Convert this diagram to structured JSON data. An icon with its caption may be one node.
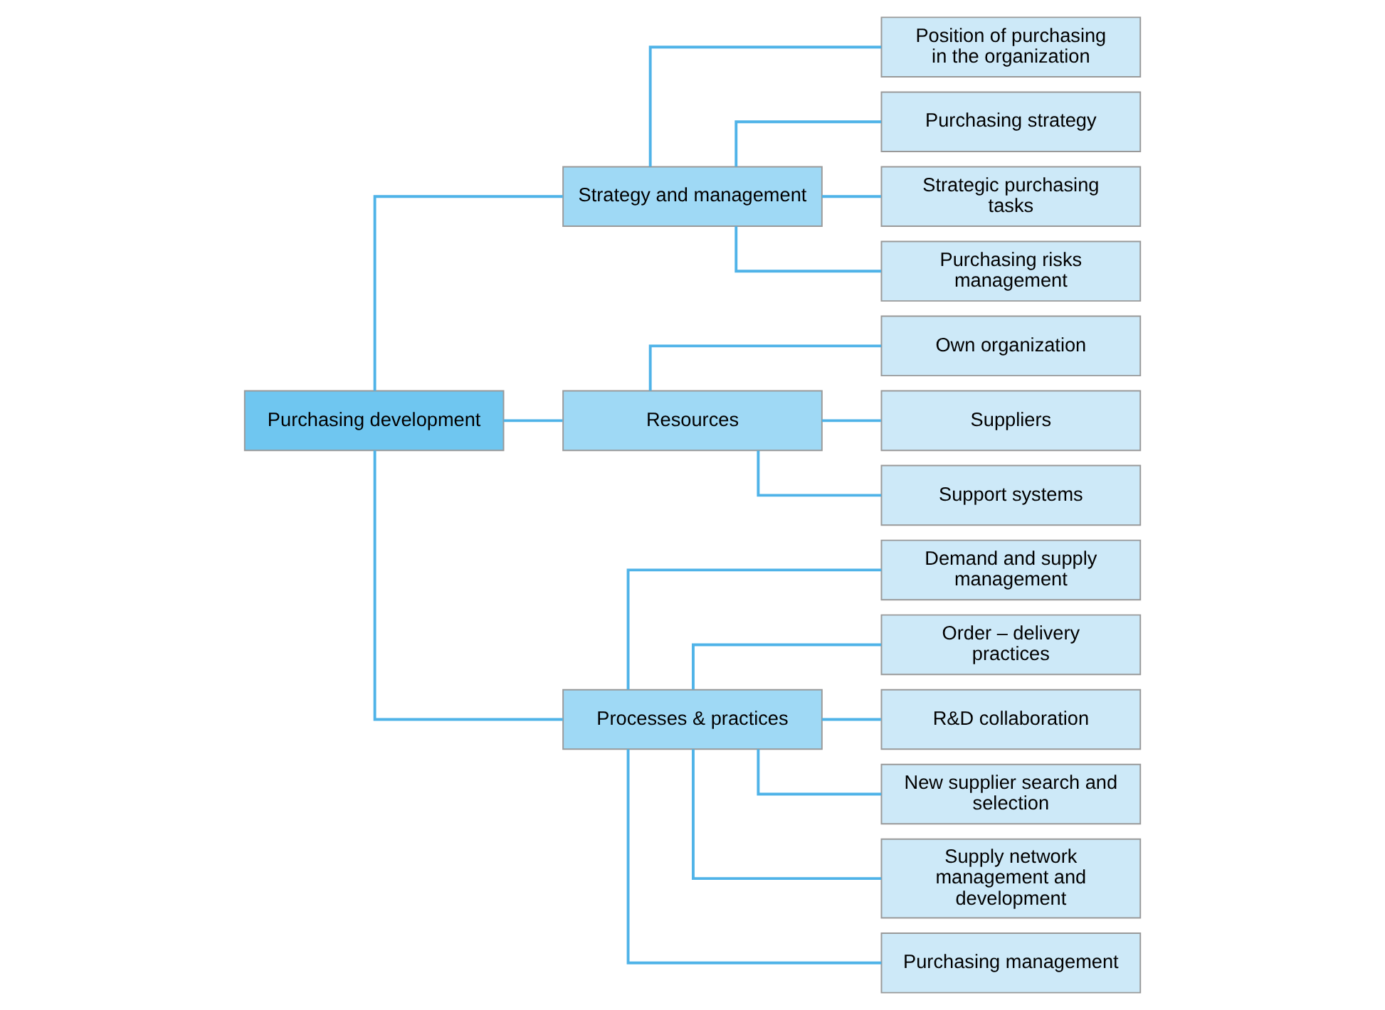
{
  "diagram": {
    "nodes": [
      {
        "text": [
          "Purchasing development"
        ]
      },
      {
        "text": [
          "Strategy and management"
        ]
      },
      {
        "text": [
          "Resources"
        ]
      },
      {
        "text": [
          "Processes & practices"
        ]
      },
      {
        "text": [
          "Position of purchasing in the organization"
        ]
      },
      {
        "text": [
          "Purchasing strategy"
        ]
      },
      {
        "text": [
          "Strategic purchasing tasks"
        ]
      },
      {
        "text": [
          "Purchasing risks management"
        ]
      },
      {
        "text": [
          "Own organization"
        ]
      },
      {
        "text": [
          "Suppliers"
        ]
      },
      {
        "text": [
          "Support systems"
        ]
      },
      {
        "text": [
          "Demand and supply management"
        ]
      },
      {
        "text": [
          "Order – delivery practices"
        ]
      },
      {
        "text": [
          "R&D collaboration"
        ]
      },
      {
        "text": [
          "New supplier search and selection"
        ]
      },
      {
        "text": [
          "Supply network management and development"
        ]
      },
      {
        "text": [
          "Purchasing management"
        ]
      }
    ],
    "edges": [
      {
        "from": 0,
        "to": 1,
        "arrow": "none"
      },
      {
        "from": 0,
        "to": 2,
        "arrow": "none"
      },
      {
        "from": 0,
        "to": 3,
        "arrow": "none"
      },
      {
        "from": 1,
        "to": 4,
        "arrow": "none"
      },
      {
        "from": 1,
        "to": 5,
        "arrow": "none"
      },
      {
        "from": 1,
        "to": 6,
        "arrow": "none"
      },
      {
        "from": 1,
        "to": 7,
        "arrow": "none"
      },
      {
        "from": 2,
        "to": 8,
        "arrow": "none"
      },
      {
        "from": 2,
        "to": 9,
        "arrow": "none"
      },
      {
        "from": 2,
        "to": 10,
        "arrow": "none"
      },
      {
        "from": 3,
        "to": 11,
        "arrow": "none"
      },
      {
        "from": 3,
        "to": 12,
        "arrow": "none"
      },
      {
        "from": 3,
        "to": 13,
        "arrow": "none"
      },
      {
        "from": 3,
        "to": 14,
        "arrow": "none"
      },
      {
        "from": 3,
        "to": 15,
        "arrow": "none"
      },
      {
        "from": 3,
        "to": 16,
        "arrow": "none"
      }
    ]
  }
}
